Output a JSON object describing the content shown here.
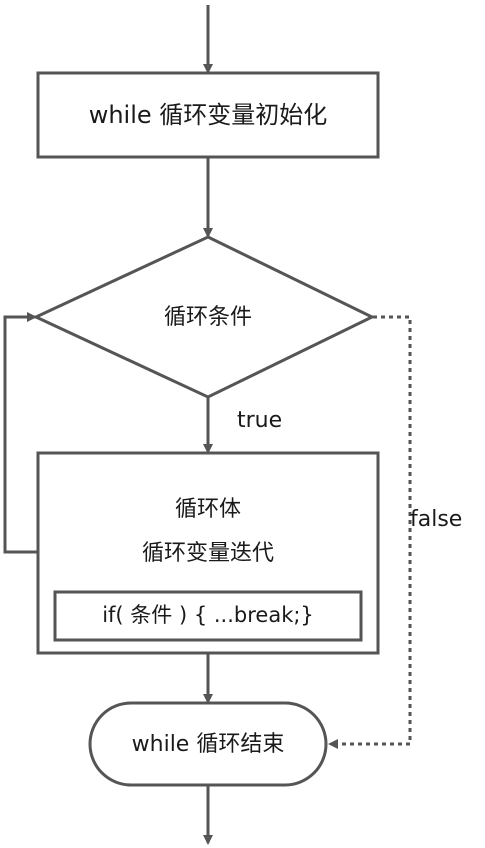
{
  "nodes": {
    "init": "while 循环变量初始化",
    "condition": "循环条件",
    "body_line1": "循环体",
    "body_line2": "循环变量迭代",
    "break_check": "if( 条件 ) { ...break;}",
    "end": "while 循环结束"
  },
  "edge_labels": {
    "true": "true",
    "false": "false"
  },
  "colors": {
    "stroke": "#555555",
    "text": "#1a1a1a",
    "background": "#ffffff"
  }
}
